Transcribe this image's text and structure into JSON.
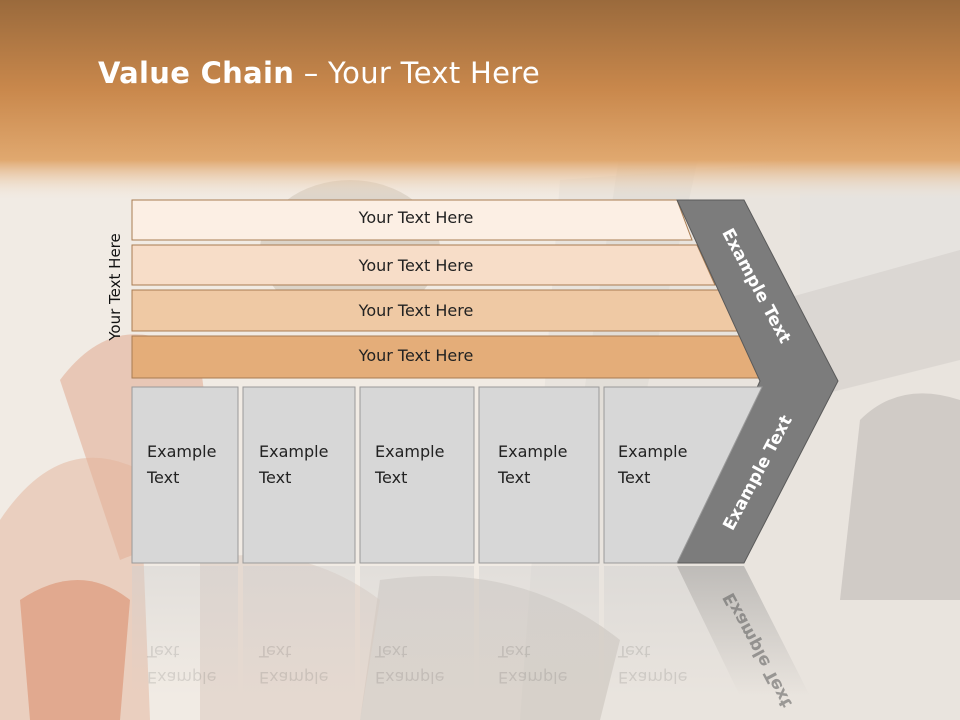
{
  "slide": {
    "title_bold": "Value Chain",
    "title_rest": " – Your Text Here",
    "side_label": "Your Text Here"
  },
  "rows": [
    {
      "label": "Your Text Here",
      "color": "#fcefe4"
    },
    {
      "label": "Your Text Here",
      "color": "#f7ddc8"
    },
    {
      "label": "Your Text Here",
      "color": "#efc9a4"
    },
    {
      "label": "Your Text Here",
      "color": "#e4ad79"
    }
  ],
  "boxes": [
    {
      "line1": "Example",
      "line2": "Text"
    },
    {
      "line1": "Example",
      "line2": "Text"
    },
    {
      "line1": "Example",
      "line2": "Text"
    },
    {
      "line1": "Example",
      "line2": "Text"
    },
    {
      "line1": "Example",
      "line2": "Text"
    }
  ],
  "chevron": {
    "top_label": "Example Text",
    "bottom_label": "Example Text",
    "color": "#7c7c7c"
  },
  "colors": {
    "header": "#d69455",
    "box_fill": "#d7d7d7",
    "box_border": "#9a9a9a"
  }
}
